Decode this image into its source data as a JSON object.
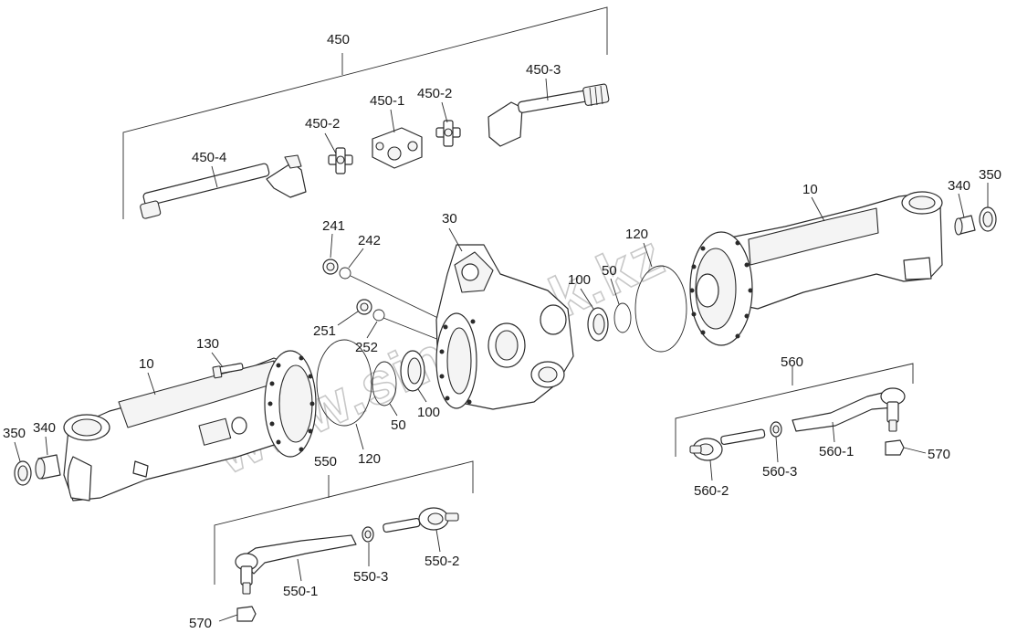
{
  "watermark": "www.sinotruk.kz",
  "labels": {
    "l450": "450",
    "l450_1": "450-1",
    "l450_2a": "450-2",
    "l450_2b": "450-2",
    "l450_3": "450-3",
    "l450_4": "450-4",
    "l30": "30",
    "l10a": "10",
    "l10b": "10",
    "l340a": "340",
    "l340b": "340",
    "l350a": "350",
    "l350b": "350",
    "l120a": "120",
    "l120b": "120",
    "l100a": "100",
    "l100b": "100",
    "l50a": "50",
    "l50b": "50",
    "l241": "241",
    "l242": "242",
    "l251": "251",
    "l252": "252",
    "l130": "130",
    "l550": "550",
    "l550_1": "550-1",
    "l550_2": "550-2",
    "l550_3": "550-3",
    "l560": "560",
    "l560_1": "560-1",
    "l560_2": "560-2",
    "l560_3": "560-3",
    "l570a": "570",
    "l570b": "570"
  }
}
